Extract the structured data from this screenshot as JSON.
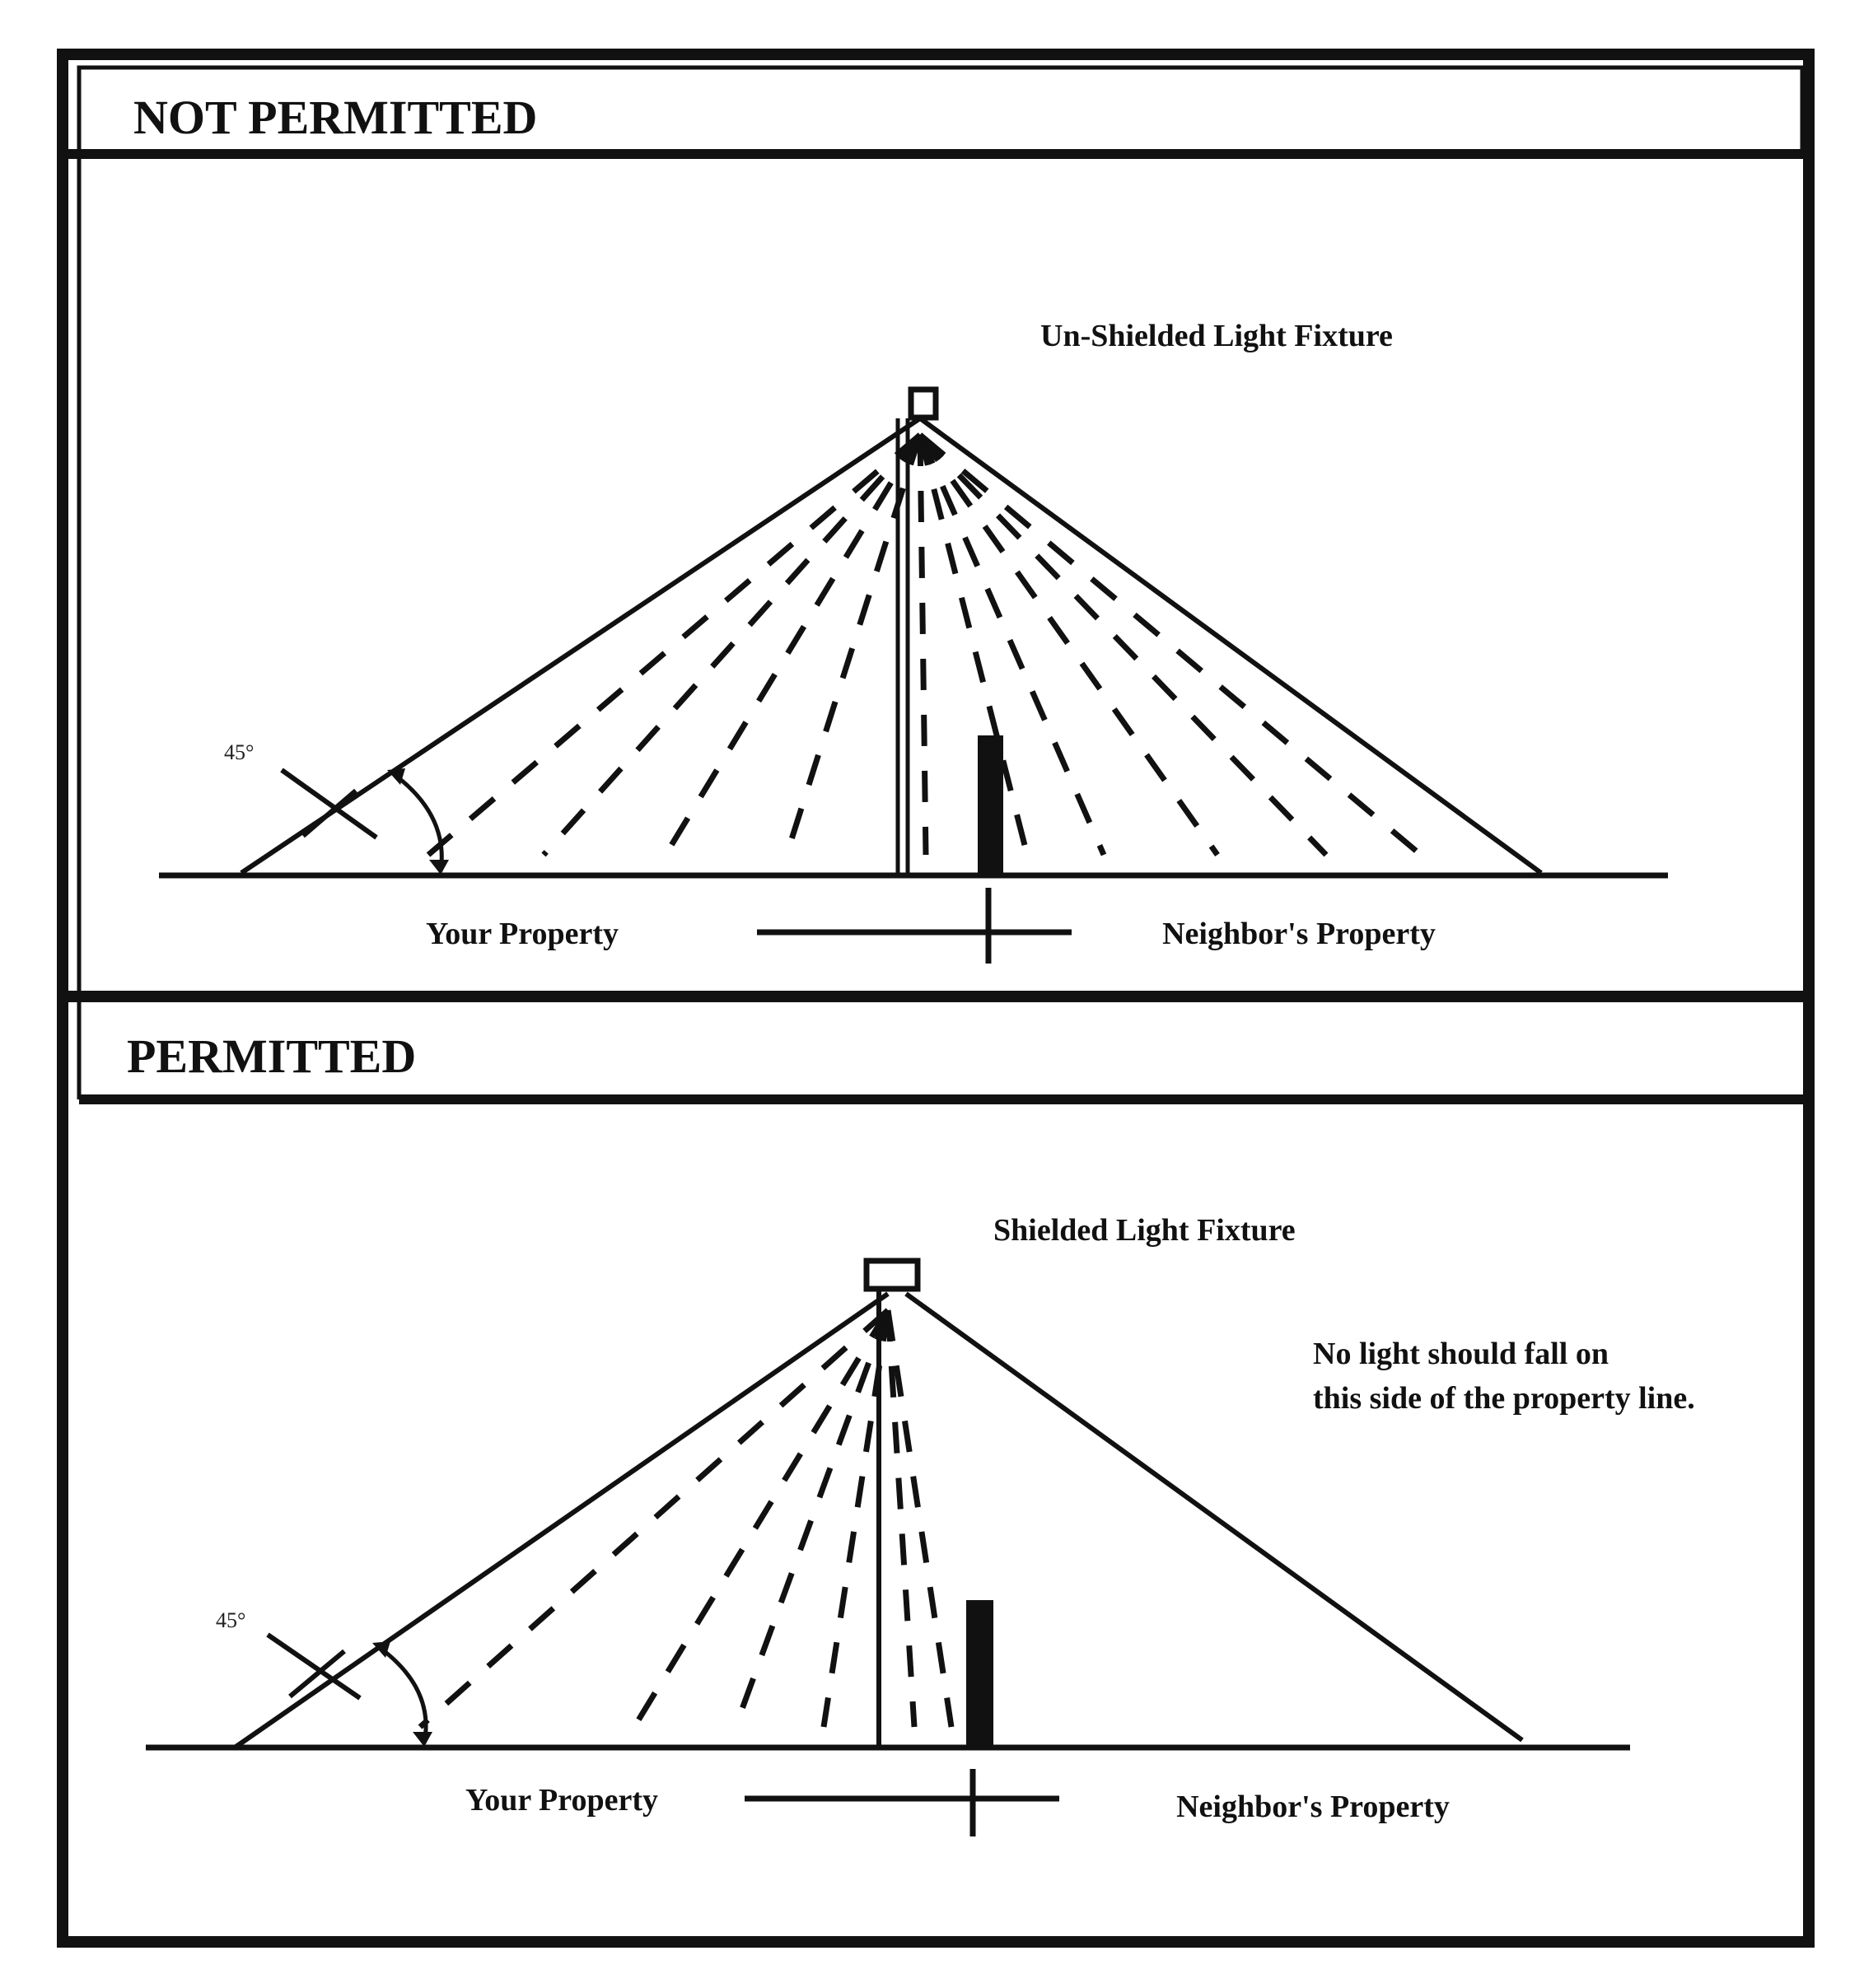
{
  "not_permitted": {
    "header": "NOT PERMITTED",
    "fixture_label": "Un-Shielded Light Fixture",
    "angle_label": "45°",
    "your_property": "Your Property",
    "neighbor_property": "Neighbor's Property"
  },
  "permitted": {
    "header": "PERMITTED",
    "fixture_label": "Shielded Light Fixture",
    "angle_label": "45°",
    "your_property": "Your Property",
    "neighbor_property": "Neighbor's Property",
    "note_line1": "No light should fall on",
    "note_line2": "this side of the property line."
  }
}
